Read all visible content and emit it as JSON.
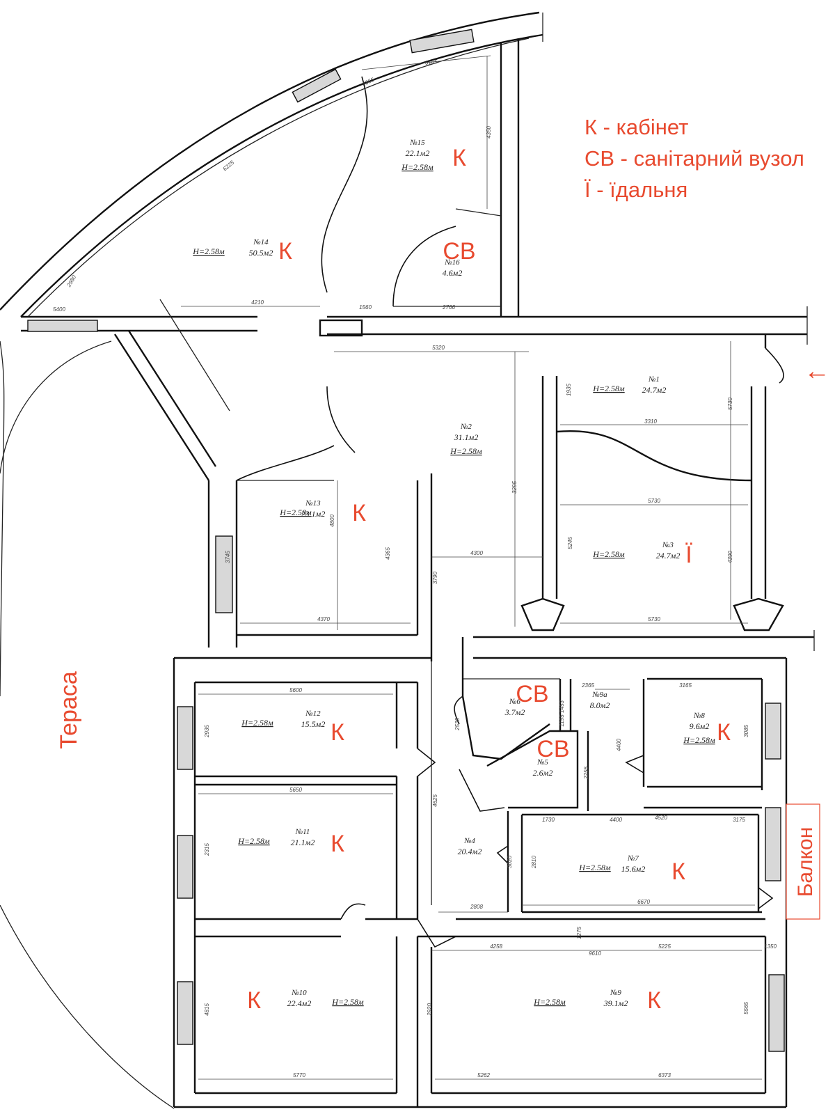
{
  "legend": [
    "К - кабінет",
    "СВ - санітарний вузол",
    "Ї - їдальня"
  ],
  "side_labels": {
    "terrace": "Тераса",
    "balcony": "Балкон",
    "entrance_arrow": "←"
  },
  "rooms": [
    {
      "id": "14",
      "no": "№14",
      "area": "50.5м2",
      "height": "H=2.58м",
      "tag": "К"
    },
    {
      "id": "15",
      "no": "№15",
      "area": "22.1м2",
      "height": "H=2.58м",
      "tag": "К"
    },
    {
      "id": "16",
      "no": "№16",
      "area": "4.6м2",
      "height": "",
      "tag": "СВ"
    },
    {
      "id": "1",
      "no": "№1",
      "area": "24.7м2",
      "height": "H=2.58м",
      "tag": ""
    },
    {
      "id": "2",
      "no": "№2",
      "area": "31.1м2",
      "height": "H=2.58м",
      "tag": ""
    },
    {
      "id": "3",
      "no": "№3",
      "area": "24.7м2",
      "height": "H=2.58м",
      "tag": "Ї"
    },
    {
      "id": "13",
      "no": "№13",
      "area": "23.1м2",
      "height": "H=2.58м",
      "tag": "К"
    },
    {
      "id": "12",
      "no": "№12",
      "area": "15.5м2",
      "height": "H=2.58м",
      "tag": "К"
    },
    {
      "id": "6",
      "no": "№6",
      "area": "3.7м2",
      "height": "",
      "tag": "СВ"
    },
    {
      "id": "9a",
      "no": "№9а",
      "area": "8.0м2",
      "height": "",
      "tag": ""
    },
    {
      "id": "8",
      "no": "№8",
      "area": "9.6м2",
      "height": "H=2.58м",
      "tag": "К"
    },
    {
      "id": "5",
      "no": "№5",
      "area": "2.6м2",
      "height": "",
      "tag": "СВ"
    },
    {
      "id": "11",
      "no": "№11",
      "area": "21.1м2",
      "height": "H=2.58м",
      "tag": "К"
    },
    {
      "id": "4",
      "no": "№4",
      "area": "20.4м2",
      "height": "",
      "tag": ""
    },
    {
      "id": "7",
      "no": "№7",
      "area": "15.6м2",
      "height": "H=2.58м",
      "tag": "К"
    },
    {
      "id": "10",
      "no": "№10",
      "area": "22.4м2",
      "height": "H=2.58м",
      "tag": "К"
    },
    {
      "id": "9",
      "no": "№9",
      "area": "39.1м2",
      "height": "H=2.58м",
      "tag": "К"
    }
  ],
  "dimensions": [
    "6165",
    "4350",
    "4365",
    "6225",
    "2980",
    "5400",
    "4210",
    "1560",
    "2766",
    "1935",
    "5320",
    "3310",
    "5730",
    "5730",
    "5730",
    "3295",
    "5245",
    "4390",
    "4300",
    "3790",
    "4365",
    "3745",
    "4800",
    "4370",
    "2365",
    "3165",
    "5600",
    "2935",
    "2530",
    "1453",
    "1195",
    "2256",
    "5650",
    "2315",
    "4400",
    "1730",
    "4520",
    "3175",
    "3085",
    "4400",
    "4625",
    "2808",
    "3020",
    "2810",
    "6670",
    "4258",
    "5225",
    "9610",
    "4815",
    "2920",
    "5770",
    "5565",
    "5262",
    "6373",
    "1275",
    "1350"
  ]
}
